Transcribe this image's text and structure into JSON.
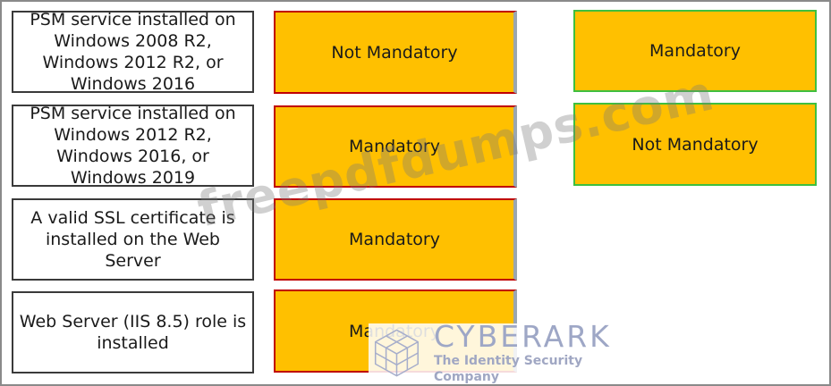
{
  "requirements": [
    "PSM service installed on Windows 2008 R2, Windows 2012 R2, or Windows 2016",
    "PSM service installed on Windows 2012 R2, Windows 2016, or Windows 2019",
    "A valid SSL certificate is installed on the Web Server",
    "Web Server (IIS 8.5) role is installed"
  ],
  "slots": [
    "Not Mandatory",
    "Mandatory",
    "Mandatory",
    "Mandatory"
  ],
  "options": [
    "Mandatory",
    "Not Mandatory"
  ],
  "watermark": "freepdfdumps.com",
  "logo": {
    "name": "CYBERARK",
    "tagline": "The Identity Security Company"
  },
  "colors": {
    "box_fill": "#ffc000",
    "slot_border": "#c00000",
    "option_border": "#3fbf3f"
  }
}
